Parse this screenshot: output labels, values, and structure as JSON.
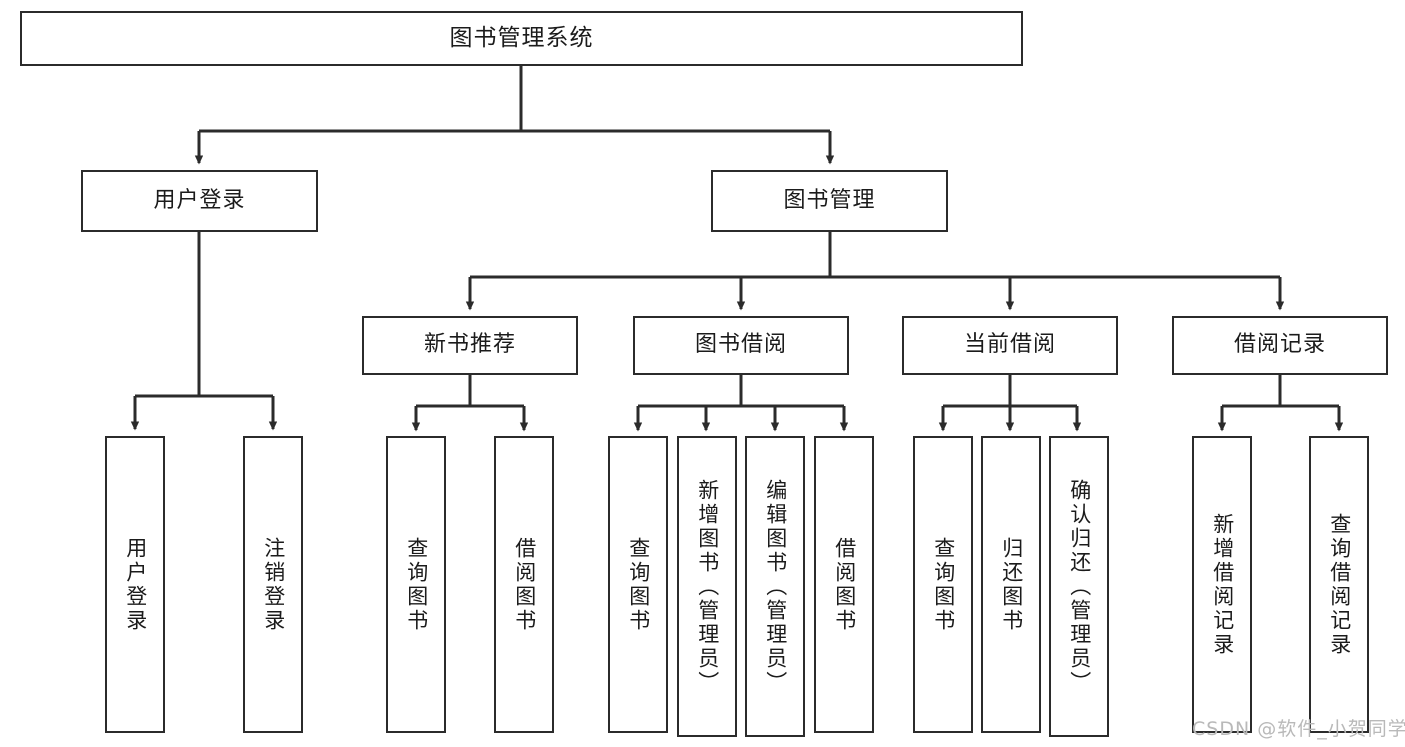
{
  "diagram": {
    "title": "图书管理系统",
    "type": "tree-hierarchy",
    "watermark": "CSDN @软件_小贺同学",
    "colors": {
      "stroke": "#2b2b2b",
      "box_fill": "#ffffff",
      "text": "#1b1b1b",
      "watermark": "#b9b9b9",
      "background": "#ffffff"
    },
    "nodes": {
      "root": {
        "label": "图书管理系统"
      },
      "level2": [
        {
          "id": "user-login",
          "label": "用户登录"
        },
        {
          "id": "book-manage",
          "label": "图书管理"
        }
      ],
      "level3": [
        {
          "id": "new-book-recommend",
          "label": "新书推荐"
        },
        {
          "id": "book-borrow",
          "label": "图书借阅"
        },
        {
          "id": "current-borrow",
          "label": "当前借阅"
        },
        {
          "id": "borrow-record",
          "label": "借阅记录"
        }
      ],
      "leaves": {
        "user_login": [
          {
            "id": "leaf-user-login",
            "label": "用户登录"
          },
          {
            "id": "leaf-logout-login",
            "label": "注销登录"
          }
        ],
        "new_book_recommend": [
          {
            "id": "leaf-query-book-1",
            "label": "查询图书"
          },
          {
            "id": "leaf-borrow-book-1",
            "label": "借阅图书"
          }
        ],
        "book_borrow": [
          {
            "id": "leaf-query-book-2",
            "label": "查询图书"
          },
          {
            "id": "leaf-add-book",
            "label": "新增图书（管理员）"
          },
          {
            "id": "leaf-edit-book",
            "label": "编辑图书（管理员）"
          },
          {
            "id": "leaf-borrow-book-2",
            "label": "借阅图书"
          }
        ],
        "current_borrow": [
          {
            "id": "leaf-query-book-3",
            "label": "查询图书"
          },
          {
            "id": "leaf-return-book",
            "label": "归还图书"
          },
          {
            "id": "leaf-confirm-return",
            "label": "确认归还（管理员）"
          }
        ],
        "borrow_record": [
          {
            "id": "leaf-add-record",
            "label": "新增借阅记录"
          },
          {
            "id": "leaf-query-record",
            "label": "查询借阅记录"
          }
        ]
      }
    }
  }
}
